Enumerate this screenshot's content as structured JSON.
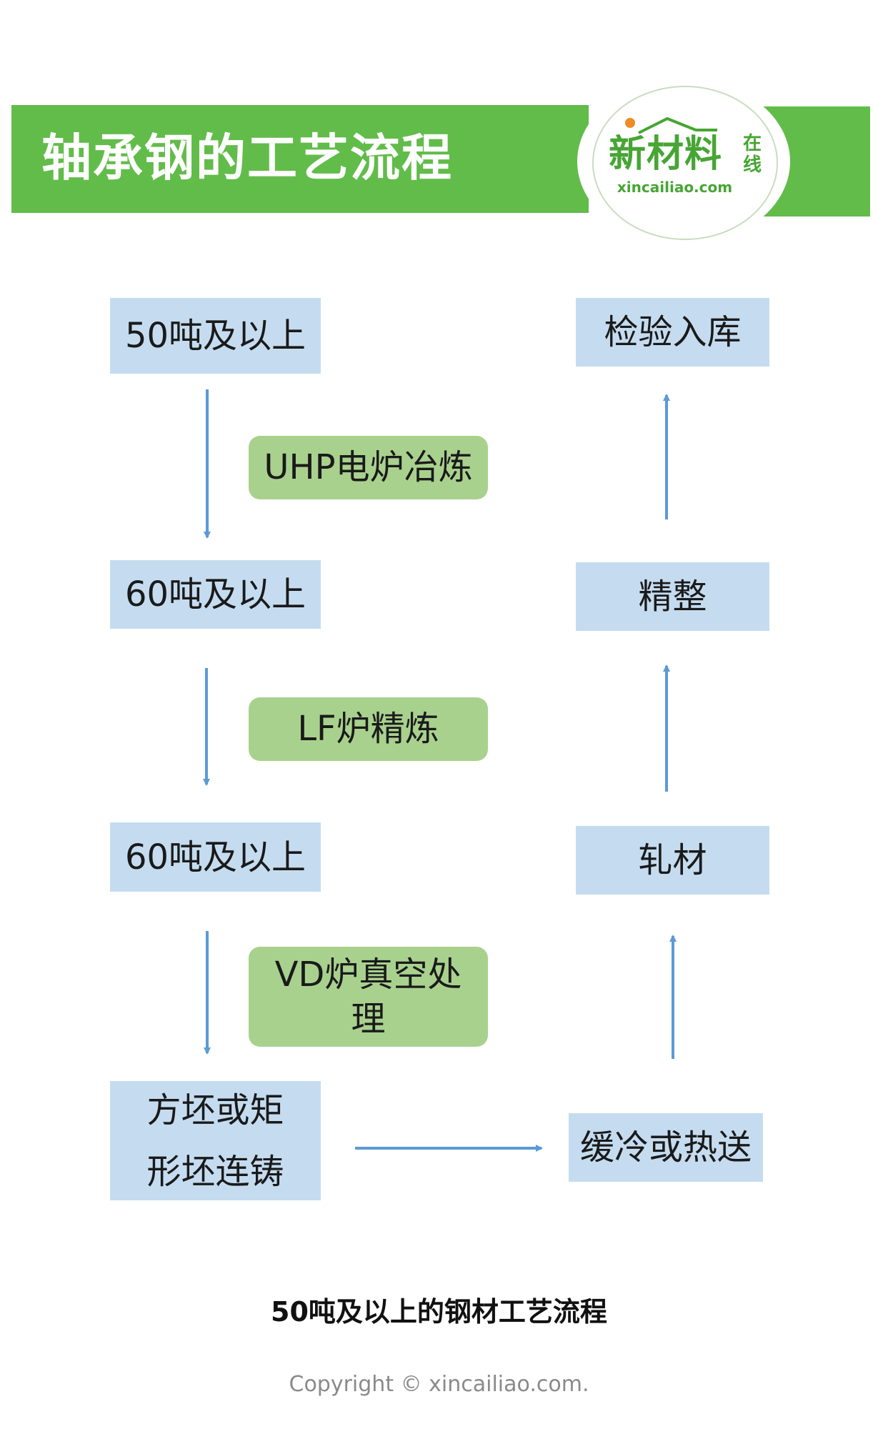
{
  "header": {
    "title": "轴承钢的工艺流程",
    "logo_main": "新材料",
    "logo_side": "在线",
    "logo_url": "xincailiao.com"
  },
  "flow": {
    "left_steps": [
      "50吨及以上",
      "60吨及以上",
      "60吨及以上",
      "方坯或矩形坯连铸"
    ],
    "operations": [
      "UHP电炉冶炼",
      "LF炉精炼",
      "VD炉真空处理"
    ],
    "right_steps": [
      "检验入库",
      "精整",
      "轧材",
      "缓冷或热送"
    ]
  },
  "caption": "50吨及以上的钢材工艺流程",
  "copyright": "Copyright © xincailiao.com.",
  "colors": {
    "banner": "#62bc4a",
    "step_box": "#c5dcf0",
    "operation_box": "#a9d18e",
    "arrow": "#5b9bd5",
    "logo_text": "#47a534"
  }
}
